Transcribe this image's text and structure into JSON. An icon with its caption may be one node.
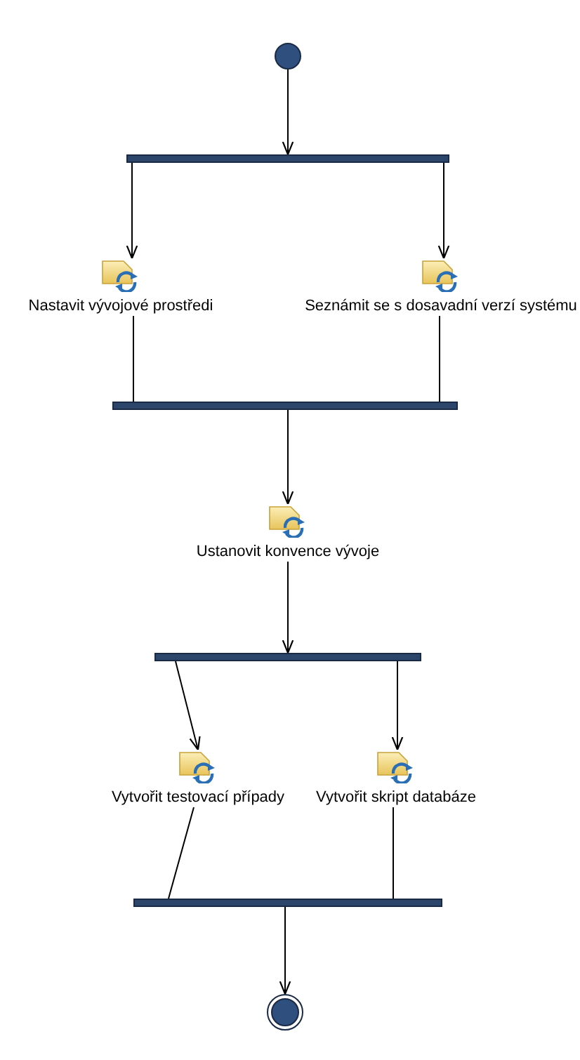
{
  "diagram": {
    "nodes": [
      {
        "text": [],
        "shape": "circle"
      },
      {
        "text": [],
        "shape": "bar"
      },
      {
        "text": [
          "Nastavit vývojové prostředi"
        ]
      },
      {
        "text": [
          "Seznámit se s dosavadní verzí systému"
        ]
      },
      {
        "text": [],
        "shape": "bar"
      },
      {
        "text": [
          "Ustanovit konvence vývoje"
        ]
      },
      {
        "text": [],
        "shape": "bar"
      },
      {
        "text": [
          "Vytvořit testovací případy"
        ]
      },
      {
        "text": [
          "Vytvořit skript databáze"
        ]
      },
      {
        "text": [],
        "shape": "bar"
      },
      {
        "text": [],
        "shape": "circle"
      }
    ],
    "edges": [
      {
        "from": 0,
        "to": 1,
        "arrow": "to"
      },
      {
        "from": 1,
        "to": 2,
        "arrow": "to"
      },
      {
        "from": 1,
        "to": 3,
        "arrow": "to"
      },
      {
        "from": 2,
        "to": 4,
        "arrow": "none"
      },
      {
        "from": 3,
        "to": 4,
        "arrow": "none"
      },
      {
        "from": 4,
        "to": 5,
        "arrow": "to"
      },
      {
        "from": 5,
        "to": 6,
        "arrow": "to"
      },
      {
        "from": 6,
        "to": 7,
        "arrow": "to"
      },
      {
        "from": 6,
        "to": 8,
        "arrow": "to"
      },
      {
        "from": 7,
        "to": 9,
        "arrow": "none"
      },
      {
        "from": 8,
        "to": 9,
        "arrow": "none"
      },
      {
        "from": 9,
        "to": 10,
        "arrow": "to"
      }
    ]
  }
}
